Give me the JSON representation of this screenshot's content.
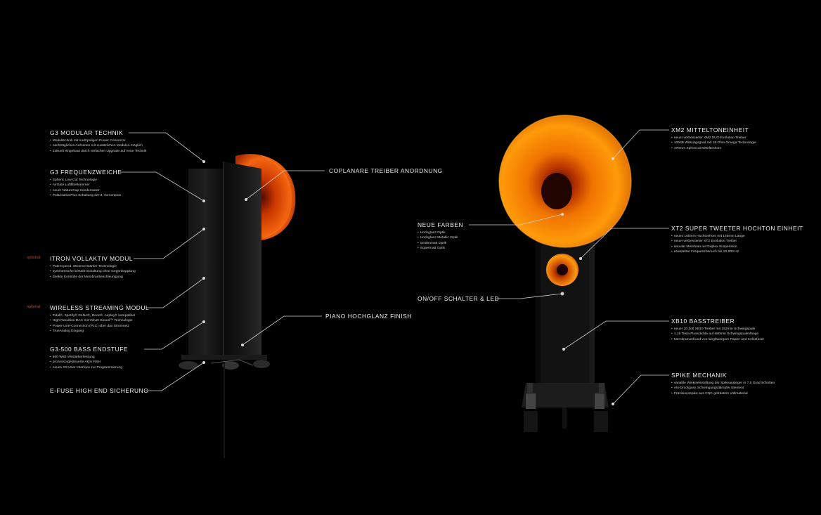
{
  "left_callouts": [
    {
      "id": "g3-modular",
      "title": "G3 MODULAR TECHNIK",
      "items": [
        "Modultechnik mit mehrpoligen Power Connector",
        "nachträgliches Aufrüsten mit zusätzlichen Modulen möglich",
        "Zukunft eingebaut durch einfachen Upgrade auf neue Technik"
      ]
    },
    {
      "id": "g3-frequenzweiche",
      "title": "G3 FREQUENZWEICHE",
      "items": [
        "Spheric Low Cut Technologie",
        "AirGate Luftfilterkammer",
        "neuer NatureCap Kondensator",
        "PolarisationPlus Schaltung der 3. Generation"
      ]
    },
    {
      "id": "itron",
      "title": "ITRON VOLLAKTIV MODUL",
      "optional": "optional",
      "items": [
        "Patent pend. Stromverstärker Technologie",
        "symmetrische Eintakt-Schaltung ohne Gegenkopplung",
        "direkte Kontrolle der Membranbeschleunigung"
      ]
    },
    {
      "id": "wireless",
      "title": "WIRELESS STREAMING MODUL",
      "optional": "optional",
      "items": [
        "Tidal®, Spotify® DLNA®, Roon®, Airplay® kompatibel",
        "High Resultion DAC mit Velvet Sound™ Technologie",
        "Power-Line-Connection (PLC) über das Stromnetz",
        "TrueAnalog Eingang"
      ]
    },
    {
      "id": "g3-500",
      "title": "G3-500 BASS ENDSTUFE",
      "items": [
        "500 Watt Verstärkerleistung",
        "prozessorgesteuerte Aktiv Filter",
        "neues G3 User Interface zur Programmierung"
      ]
    },
    {
      "id": "efuse",
      "title": "E-FUSE HIGH END SICHERUNG",
      "items": []
    }
  ],
  "center_callouts": [
    {
      "id": "coplanar",
      "title": "COPLANARE TREIBER ANORDNUNG"
    },
    {
      "id": "piano",
      "title": "PIANO HOCHGLANZ FINISH"
    },
    {
      "id": "neue-farben",
      "title": "NEUE FARBEN",
      "items": [
        "Hochglanz Optik",
        "Hochglanz Metallic Optik",
        "Seidenmatt Optik",
        "Supermatt Optik"
      ]
    },
    {
      "id": "onoff",
      "title": "ON/OFF SCHALTER & LED"
    }
  ],
  "right_callouts": [
    {
      "id": "xm2",
      "title": "XM2 MITTELTONEINHEIT",
      "items": [
        "neuer verbesserter XM2 DUO Evolution Treiber",
        "109dB Wirkungsgrad mit 18 Ohm Omega Technologie",
        "470mm Spherical Mitteltonhorn"
      ]
    },
    {
      "id": "xt2",
      "title": "XT2 SUPER TWEETER HOCHTON  EINHEIT",
      "items": [
        "neues 160mm Hochtonhorn mit 145mm Länge",
        "neuer verbesserter XT2 Evolution Treiber",
        "annular Membran mit Duplex Suspension",
        "erweiterter Frequenzbereich bis 22.000 Hz"
      ]
    },
    {
      "id": "xb10",
      "title": "XB10 BASSTREIBER",
      "items": [
        "neuer 10 Zoll XB10 Treiber mit 152mm Schwingspule",
        "1,15 Tesla Flussdichte auf 480mm Schwingspulenlänge",
        "Membranverbund von langfasergem Papier und Kohlefaser"
      ]
    },
    {
      "id": "spike",
      "title": "SPIKE MECHANIK",
      "items": [
        "variable Winkeleinstellung der Spikeausleger in 7,5 Grad Schritten",
        "Alu-Druckguss Schwingungsdämpfer Element",
        "Präzisionsspike aus CNC gefrästem Vollmaterial"
      ]
    }
  ],
  "colors": {
    "background": "#000000",
    "horn_orange": "#ff8a00",
    "horn_deep": "#c23a00",
    "accent_optional": "#c24a1c",
    "line": "#d0d0d0"
  }
}
